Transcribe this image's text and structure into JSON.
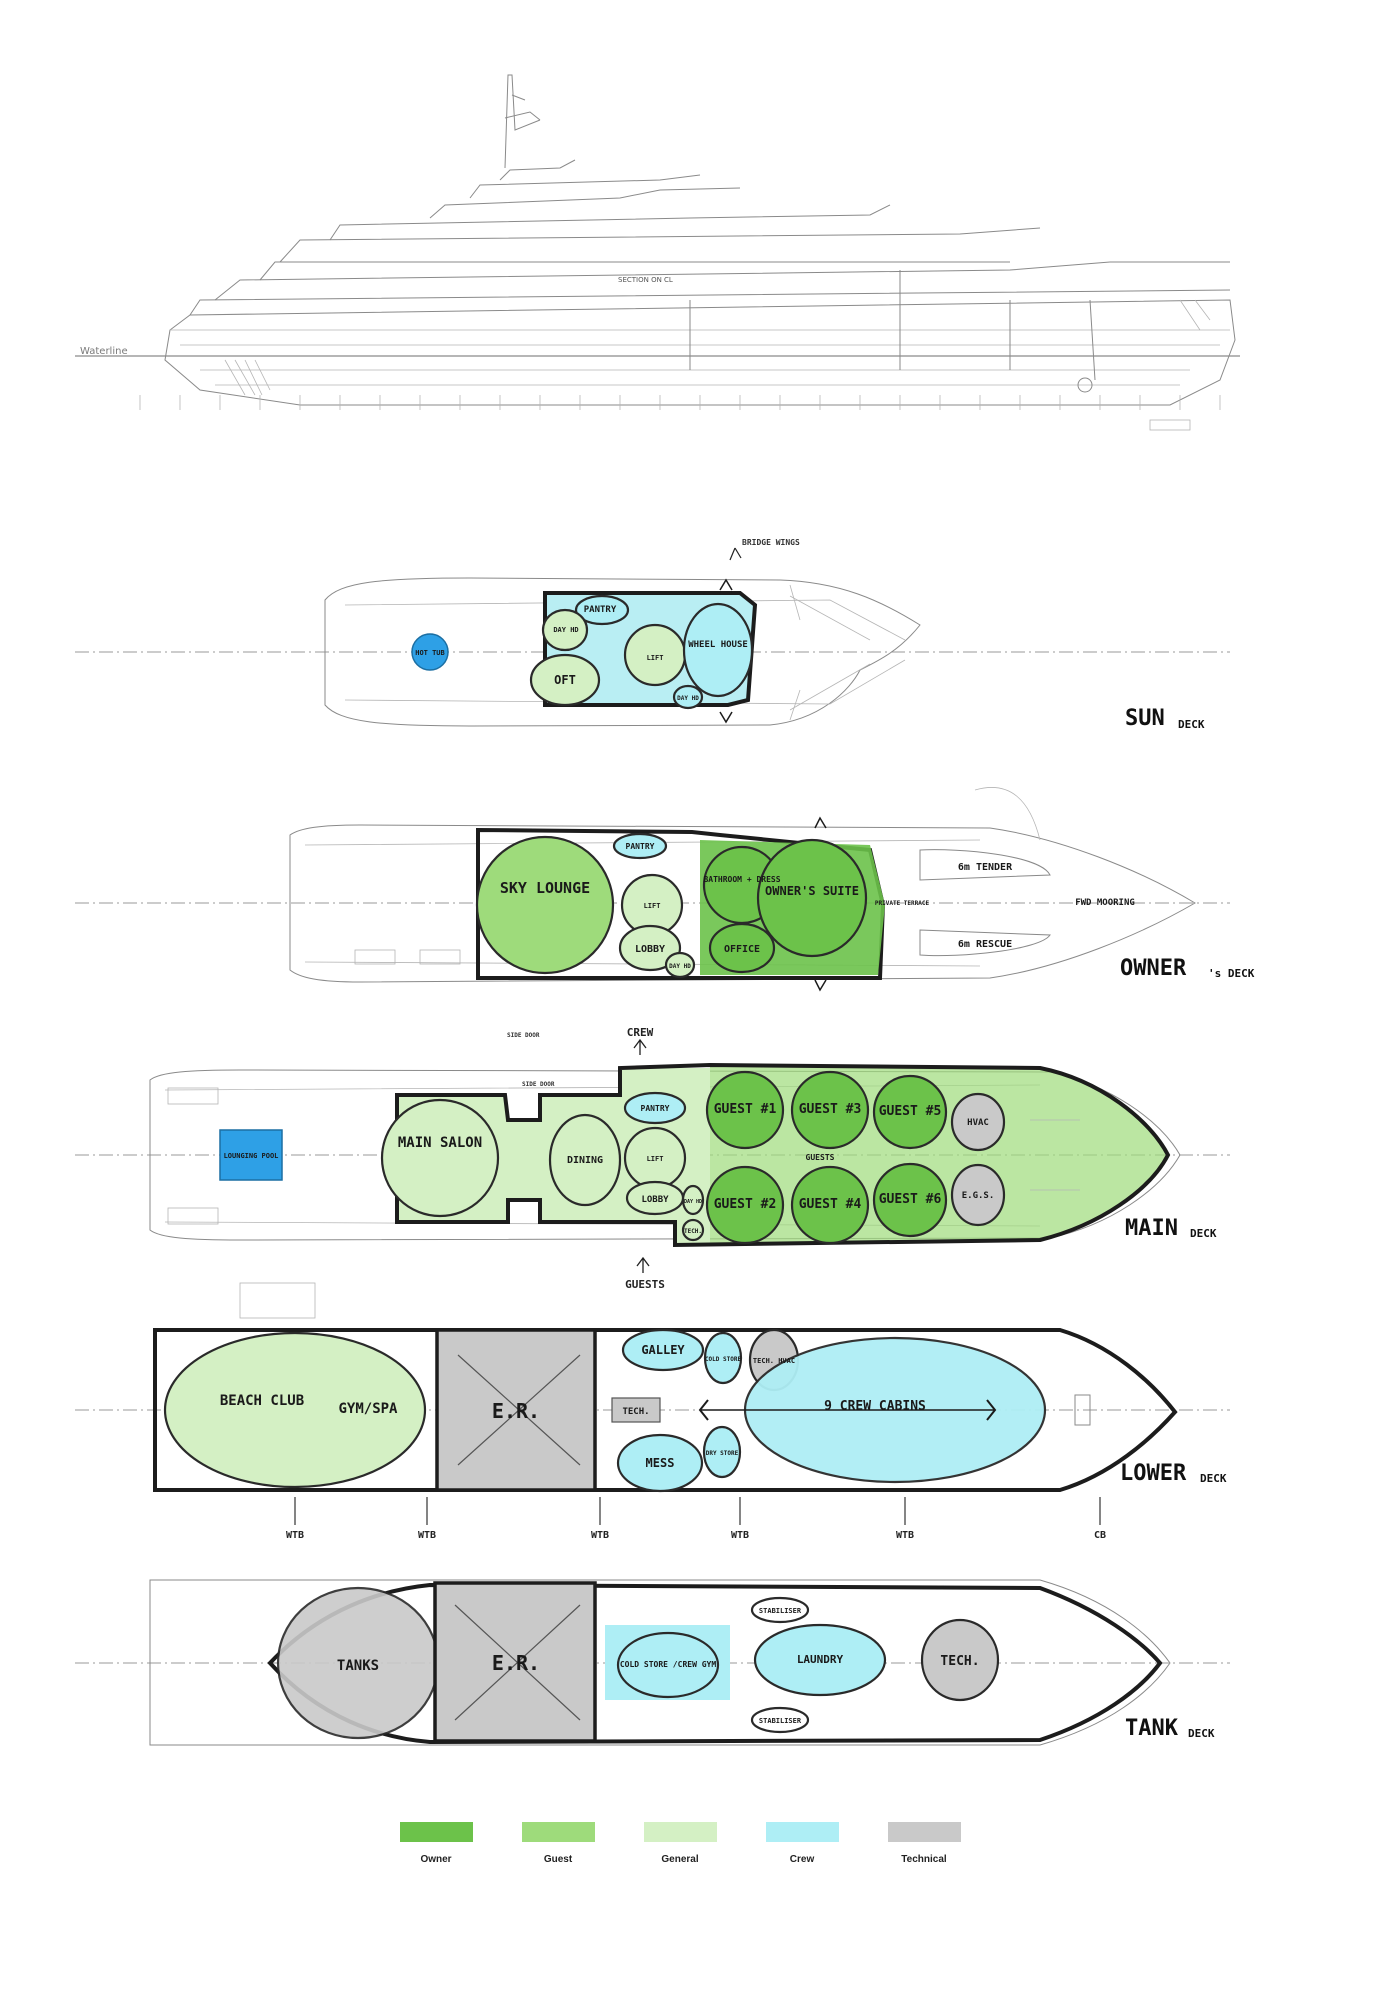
{
  "section": {
    "waterline_label": "Waterline",
    "title": "SECTION ON CL"
  },
  "colors": {
    "owner": "#6cc24a",
    "guest": "#9edb7b",
    "general": "#d4f0c4",
    "crew": "#aeeef5",
    "technical": "#c9c9c9",
    "pool": "#2ea0e6"
  },
  "decks": {
    "sun": {
      "title": "SUN",
      "suffix": "DECK",
      "annotation": "BRIDGE WINGS",
      "rooms": [
        "PANTRY",
        "DAY HD",
        "OFT",
        "LIFT",
        "WHEEL HOUSE",
        "DAY HD",
        "HOT TUB"
      ]
    },
    "owners": {
      "title": "OWNER",
      "suffix": "'s DECK",
      "rooms": [
        "SKY LOUNGE",
        "PANTRY",
        "LIFT",
        "LOBBY",
        "DAY HD",
        "BATHROOM + DRESS",
        "OWNER'S SUITE",
        "OFFICE",
        "PRIVATE TERRACE",
        "6m TENDER",
        "6m RESCUE",
        "FWD MOORING"
      ]
    },
    "main": {
      "title": "MAIN",
      "suffix": "DECK",
      "annotations": [
        "CREW",
        "GUESTS",
        "SIDE DOOR",
        "SIDE DOOR"
      ],
      "rooms": [
        "LOUNGING POOL",
        "MAIN SALON",
        "DINING",
        "PANTRY",
        "LIFT",
        "LOBBY",
        "DAY HD",
        "TECH.",
        "GUEST #1",
        "GUEST #3",
        "GUEST #5",
        "GUEST #2",
        "GUEST #4",
        "GUEST #6",
        "GUESTS",
        "HVAC",
        "E.G.S."
      ]
    },
    "lower": {
      "title": "LOWER",
      "suffix": "DECK",
      "rooms": [
        "BEACH CLUB",
        "GYM/SPA",
        "E.R.",
        "GALLEY",
        "TECH.",
        "MESS",
        "COLD STORE",
        "DRY STORE",
        "TECH. HVAC",
        "9 CREW CABINS"
      ],
      "bulkheads": [
        "WTB",
        "WTB",
        "WTB",
        "WTB",
        "WTB",
        "CB"
      ]
    },
    "tank": {
      "title": "TANK",
      "suffix": "DECK",
      "rooms": [
        "TANKS",
        "E.R.",
        "COLD STORE /CREW GYM",
        "LAUNDRY",
        "TECH.",
        "STABILISER",
        "STABILISER"
      ]
    }
  },
  "legend": [
    {
      "label": "Owner",
      "color": "#6cc24a"
    },
    {
      "label": "Guest",
      "color": "#9edb7b"
    },
    {
      "label": "General",
      "color": "#d4f0c4"
    },
    {
      "label": "Crew",
      "color": "#aeeef5"
    },
    {
      "label": "Technical",
      "color": "#c9c9c9"
    }
  ]
}
